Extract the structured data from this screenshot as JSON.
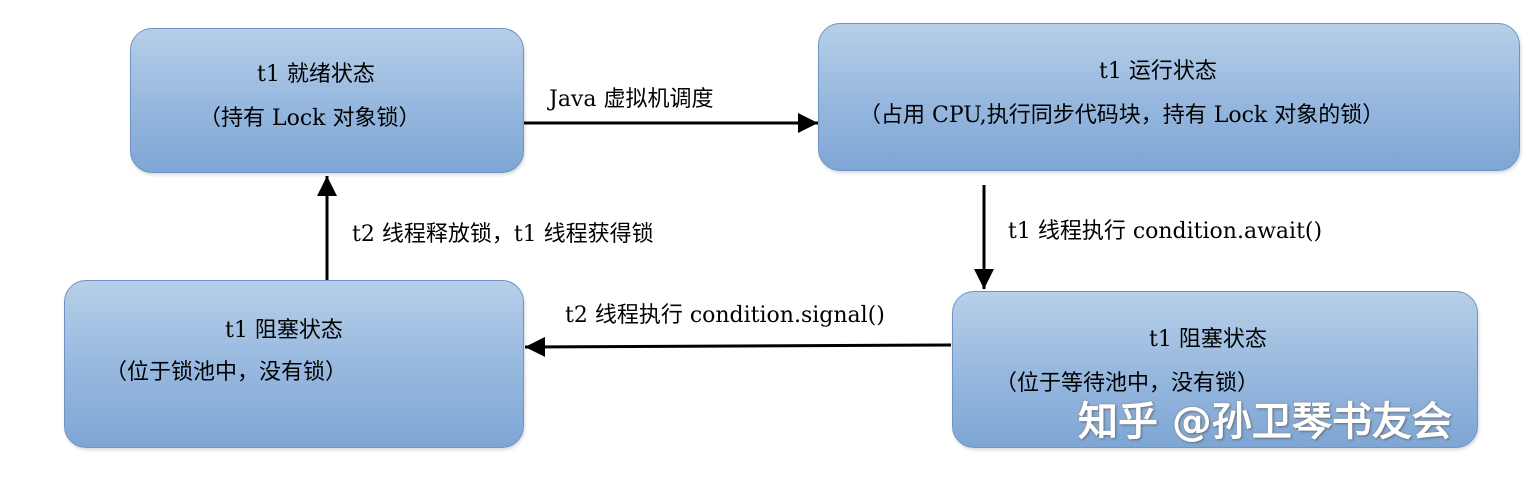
{
  "nodes": {
    "ready": {
      "title": "t1 就绪状态",
      "detail": "（持有 Lock 对象锁）"
    },
    "running": {
      "title": "t1 运行状态",
      "detail": "（占用 CPU,执行同步代码块，持有 Lock 对象的锁）"
    },
    "blocked_lock_pool": {
      "title": "t1 阻塞状态",
      "detail": "（位于锁池中，没有锁）"
    },
    "blocked_wait_pool": {
      "title": "t1 阻塞状态",
      "detail": "（位于等待池中，没有锁）"
    }
  },
  "edges": {
    "ready_to_running": "Java 虚拟机调度",
    "running_to_wait": "t1 线程执行 condition.await()",
    "wait_to_lock": "t2 线程执行 condition.signal()",
    "lock_to_ready": "t2 线程释放锁，t1 线程获得锁"
  },
  "watermark": "知乎 @孙卫琴书友会",
  "colors": {
    "node_fill": "#98b9df",
    "node_border": "#6f94c4",
    "arrow": "#000000"
  }
}
